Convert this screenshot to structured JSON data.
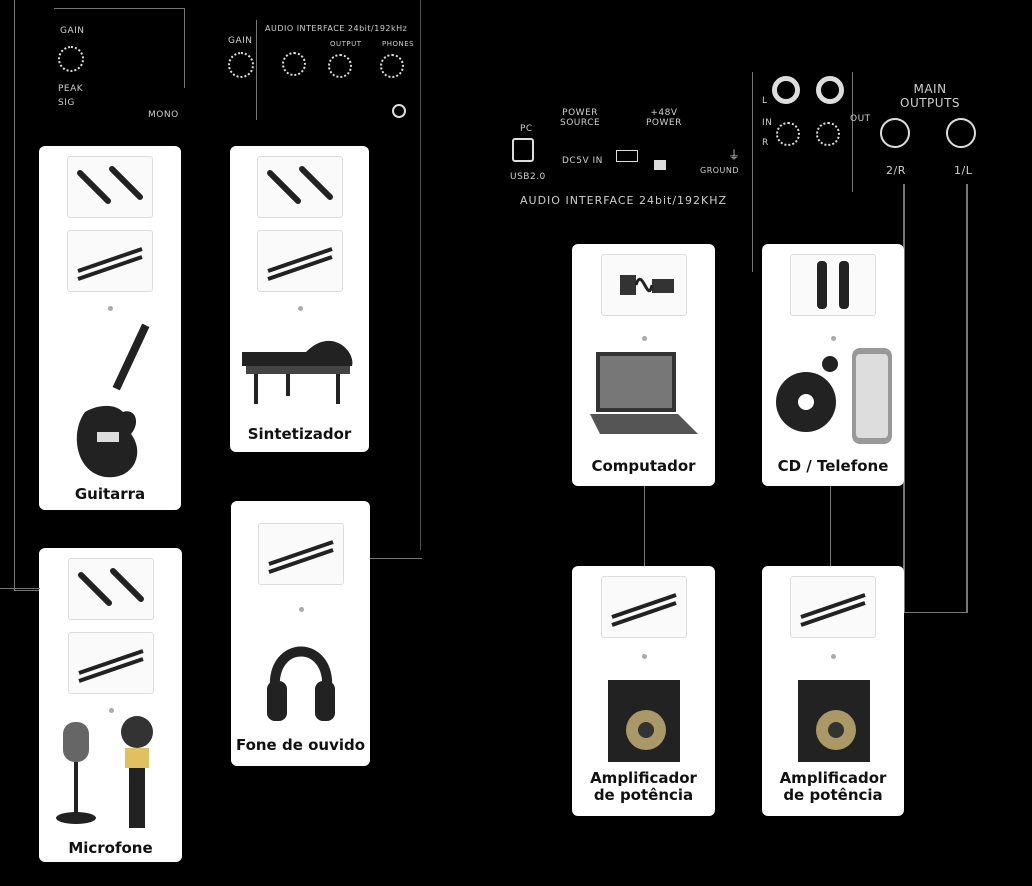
{
  "panel_left": {
    "gain_label": "GAIN",
    "peak_label": "PEAK",
    "sig_label": "SIG",
    "mono_label": "MONO",
    "interface_label": "AUDIO INTERFACE 24bit/192kHz",
    "gain2_label": "GAIN",
    "phones_label": "PHONES",
    "output_label": "OUTPUT"
  },
  "panel_right": {
    "pc_label": "PC",
    "usb_label": "USB2.0",
    "power_source_label": "POWER\nSOURCE",
    "dc_label": "DC5V IN",
    "phantom_label": "+48V\nPOWER",
    "ground_label": "GROUND",
    "interface_label": "AUDIO INTERFACE 24bit/192KHZ",
    "in_label": "IN",
    "out_label": "OUT",
    "l_label": "L",
    "r_label": "R",
    "main_outputs_label": "MAIN\nOUTPUTS",
    "out_2r": "2/R",
    "out_1l": "1/L"
  },
  "devices": {
    "guitar": "Guitarra",
    "synth": "Sintetizador",
    "headphones": "Fone de ouvido",
    "microphone": "Microfone",
    "computer": "Computador",
    "cd_phone": "CD / Telefone",
    "amp1": "Amplificador\nde potência",
    "amp2": "Amplificador\nde potência"
  },
  "icons": {
    "xlr_cable": "xlr-cable-icon",
    "jack_cable": "jack-cable-icon",
    "usb_cable": "usb-cable-icon",
    "rca_cable": "rca-cable-icon"
  }
}
